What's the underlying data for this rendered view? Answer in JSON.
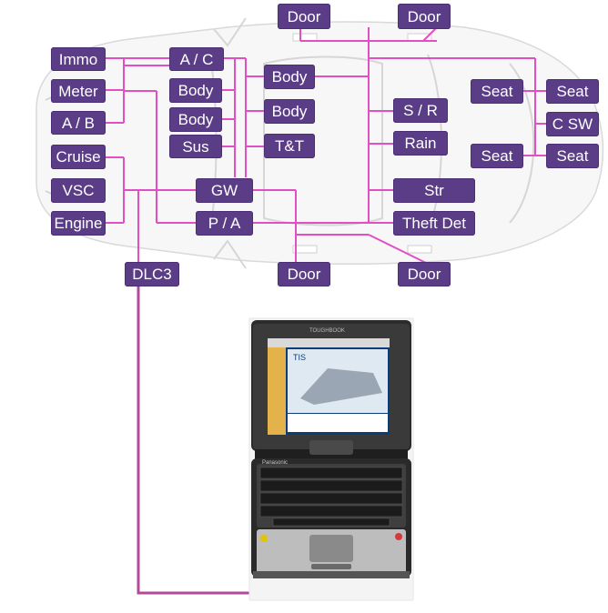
{
  "nodes": {
    "door_top_left": "Door",
    "door_top_right": "Door",
    "immo": "Immo",
    "ac": "A / C",
    "body_right_1": "Body",
    "meter": "Meter",
    "body_left_1": "Body",
    "body_right_2": "Body",
    "body_left_2": "Body",
    "ab": "A / B",
    "sus": "Sus",
    "tt": "T&T",
    "cruise": "Cruise",
    "vsc": "VSC",
    "gw": "GW",
    "engine": "Engine",
    "pa": "P / A",
    "sr": "S / R",
    "rain": "Rain",
    "str": "Str",
    "theft_det": "Theft Det",
    "seat_1": "Seat",
    "seat_2": "Seat",
    "c_sw": "C SW",
    "seat_3": "Seat",
    "seat_4": "Seat",
    "dlc3": "DLC3",
    "door_bottom_left": "Door",
    "door_bottom_right": "Door"
  },
  "laptop": {
    "brand": "TOUGHBOOK",
    "maker": "Panasonic",
    "screen_title": "TIS"
  },
  "colors": {
    "node_fill": "#5a3d86",
    "bus_wire": "#e04fc4",
    "diag_cable": "#b24b9c"
  }
}
